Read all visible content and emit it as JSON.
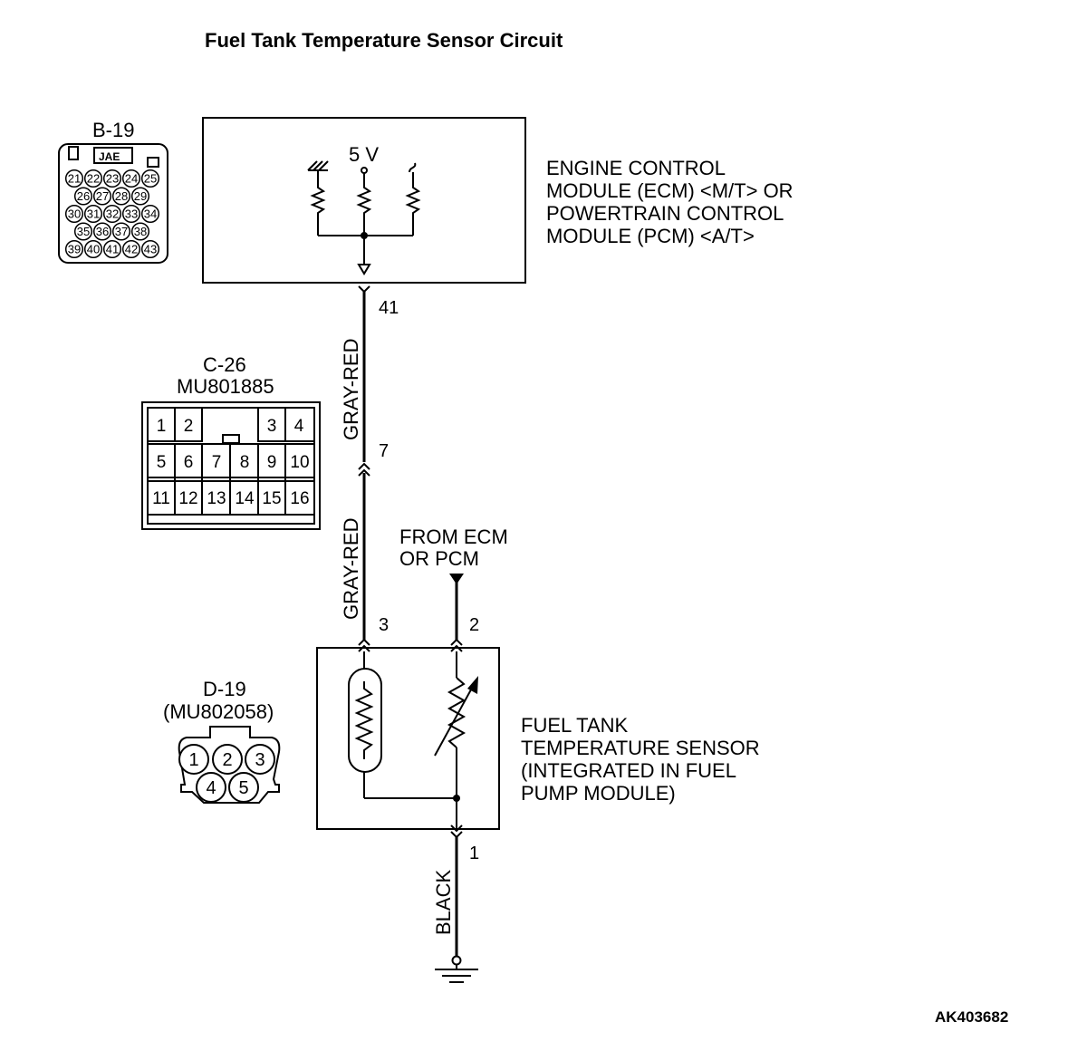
{
  "title": "Fuel Tank Temperature Sensor Circuit",
  "reference_id": "AK403682",
  "ecm": {
    "label_lines": [
      "ENGINE CONTROL",
      "MODULE (ECM) <M/T> OR",
      "POWERTRAIN CONTROL",
      "MODULE (PCM) <A/T>"
    ],
    "voltage": "5 V",
    "pin": "41"
  },
  "sensor": {
    "label_lines": [
      "FUEL TANK",
      "TEMPERATURE SENSOR",
      "(INTEGRATED IN FUEL",
      "PUMP MODULE)"
    ],
    "pin_signal": "3",
    "pin_supply": "2",
    "pin_ground": "1"
  },
  "intermediate_pin": "7",
  "from_label_lines": [
    "FROM ECM",
    "OR PCM"
  ],
  "wires": {
    "upper": "GRAY-RED",
    "lower": "GRAY-RED",
    "ground": "BLACK"
  },
  "connectors": {
    "b19": {
      "name": "B-19",
      "tag": "JAE",
      "rows": [
        [
          "21",
          "22",
          "23",
          "24",
          "25"
        ],
        [
          "26",
          "27",
          "28",
          "29"
        ],
        [
          "30",
          "31",
          "32",
          "33",
          "34"
        ],
        [
          "35",
          "36",
          "37",
          "38"
        ],
        [
          "39",
          "40",
          "41",
          "42",
          "43"
        ]
      ]
    },
    "c26": {
      "name": "C-26",
      "part": "MU801885",
      "row1": [
        "1",
        "2",
        "3",
        "4"
      ],
      "row2": [
        "5",
        "6",
        "7",
        "8",
        "9",
        "10"
      ],
      "row3": [
        "11",
        "12",
        "13",
        "14",
        "15",
        "16"
      ]
    },
    "d19": {
      "name": "D-19",
      "part": "(MU802058)",
      "pins": [
        "1",
        "2",
        "3",
        "4",
        "5"
      ]
    }
  }
}
